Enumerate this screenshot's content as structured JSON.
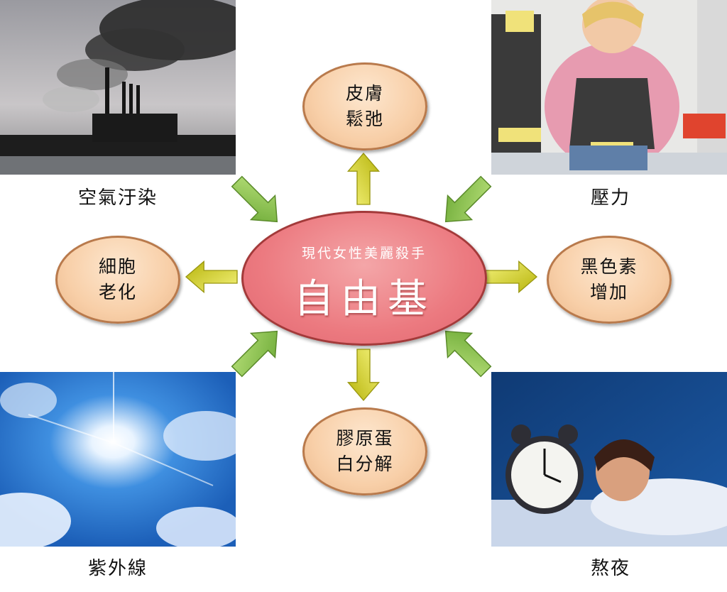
{
  "center": {
    "subtitle": "現代女性美麗殺手",
    "title": "自由基"
  },
  "causes": {
    "air_pollution": "空氣汙染",
    "stress": "壓力",
    "uv": "紫外線",
    "staying_up": "熬夜"
  },
  "effects": {
    "skin_sagging": "皮膚\n鬆弛",
    "cell_aging": "細胞\n老化",
    "melanin": "黑色素\n增加",
    "collagen": "膠原蛋\n白分解"
  },
  "colors": {
    "center_fill": "#ec7a80",
    "effect_fill": "#f8cfa8",
    "in_arrow": "#8cc64a",
    "out_arrow": "#d8d820"
  }
}
